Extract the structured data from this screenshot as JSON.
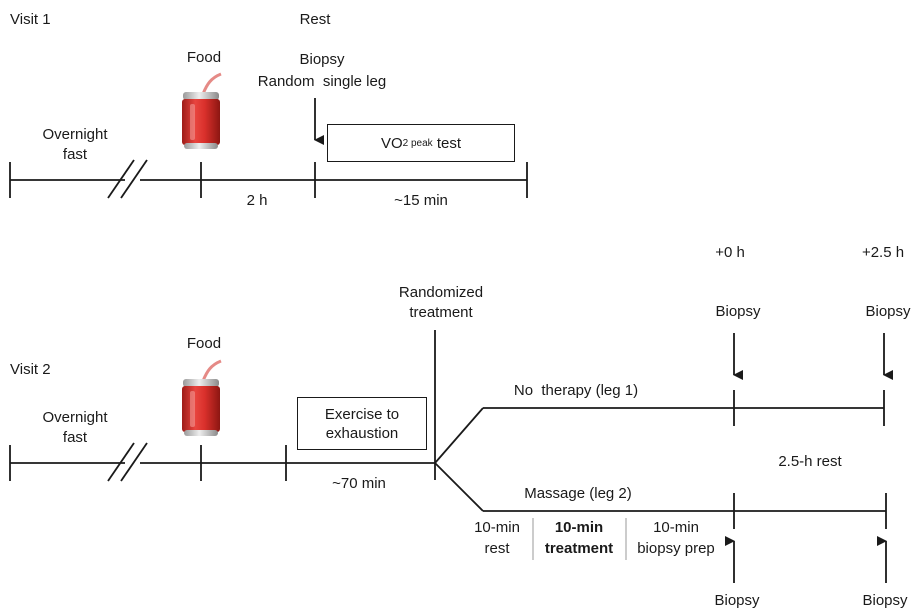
{
  "visit1": {
    "title": "Visit 1",
    "rest": "Rest",
    "biopsy": "Biopsy",
    "random_leg": "Random  single leg",
    "food": "Food",
    "overnight": "Overnight",
    "fast": "fast",
    "test_vo": "VO",
    "test_sub": "2 peak",
    "test_rest": " test",
    "dur_2h": "2 h",
    "dur_15": "~15 min"
  },
  "visit2": {
    "title": "Visit 2",
    "food": "Food",
    "overnight": "Overnight",
    "fast": "fast",
    "exercise_line1": "Exercise to",
    "exercise_line2": "exhaustion",
    "dur_70": "~70 min",
    "randomized_line1": "Randomized",
    "randomized_line2": "treatment",
    "time_0": "+0 h",
    "time_25": "+2.5 h",
    "biopsy_top_1": "Biopsy",
    "biopsy_top_2": "Biopsy",
    "leg1": "No  therapy (leg 1)",
    "leg2": "Massage (leg 2)",
    "rest_25": "2.5-h rest",
    "rest_10_line1": "10-min",
    "rest_10_line2": "rest",
    "treat_line1": "10-min",
    "treat_line2": "treatment",
    "prep_line1": "10-min",
    "prep_line2": "biopsy prep",
    "biopsy_bot_1": "Biopsy",
    "biopsy_bot_2": "Biopsy"
  },
  "colors": {
    "line": "#1a1a1a",
    "can_red": "#d9302b",
    "can_silver": "#c9c9c9",
    "separator": "#999999"
  }
}
